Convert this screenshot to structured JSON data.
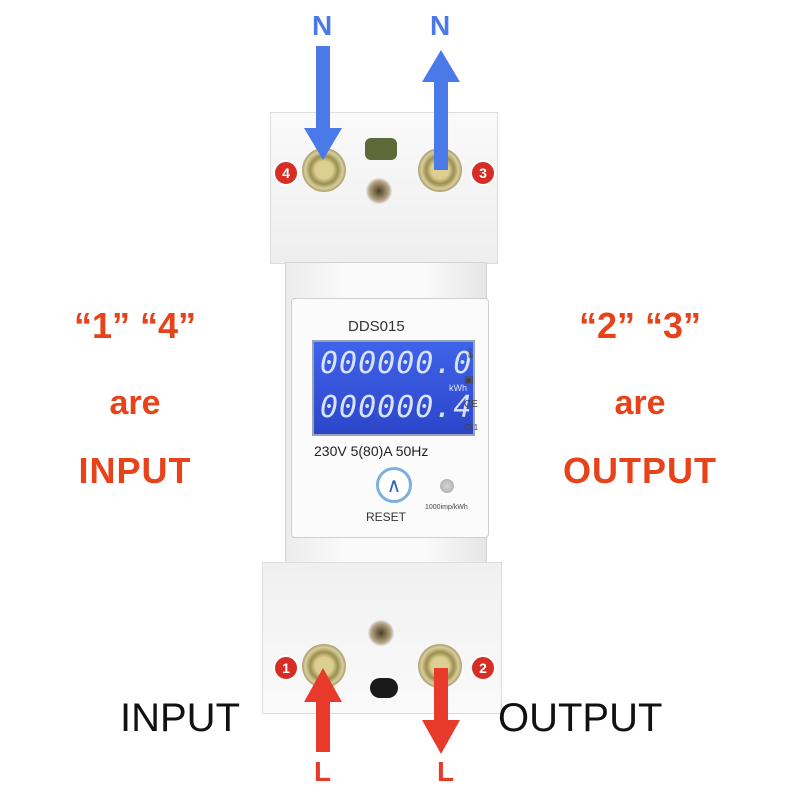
{
  "labels": {
    "top_left_letter": "N",
    "top_right_letter": "N",
    "bottom_left_letter": "L",
    "bottom_right_letter": "L",
    "left_caption": {
      "line1": "“1” “4”",
      "line2": "are",
      "line3": "INPUT"
    },
    "right_caption": {
      "line1": "“2” “3”",
      "line2": "are",
      "line3": "OUTPUT"
    },
    "bottom_input": "INPUT",
    "bottom_output": "OUTPUT"
  },
  "terminals": {
    "t1": "1",
    "t2": "2",
    "t3": "3",
    "t4": "4"
  },
  "meter": {
    "model": "DDS015",
    "reading_total": "000000.0",
    "reading_second": "000000.4",
    "unit": "kWh",
    "rating": "230V  5(80)A  50Hz",
    "reset_label": "RESET",
    "impulse": "1000imp/kWh",
    "cert": "CE",
    "class": "Cl.1"
  },
  "colors": {
    "neutral_arrow": "#4a79e8",
    "live_arrow": "#e83a2a",
    "caption": "#e8421a",
    "lcd": "#3356d8"
  }
}
